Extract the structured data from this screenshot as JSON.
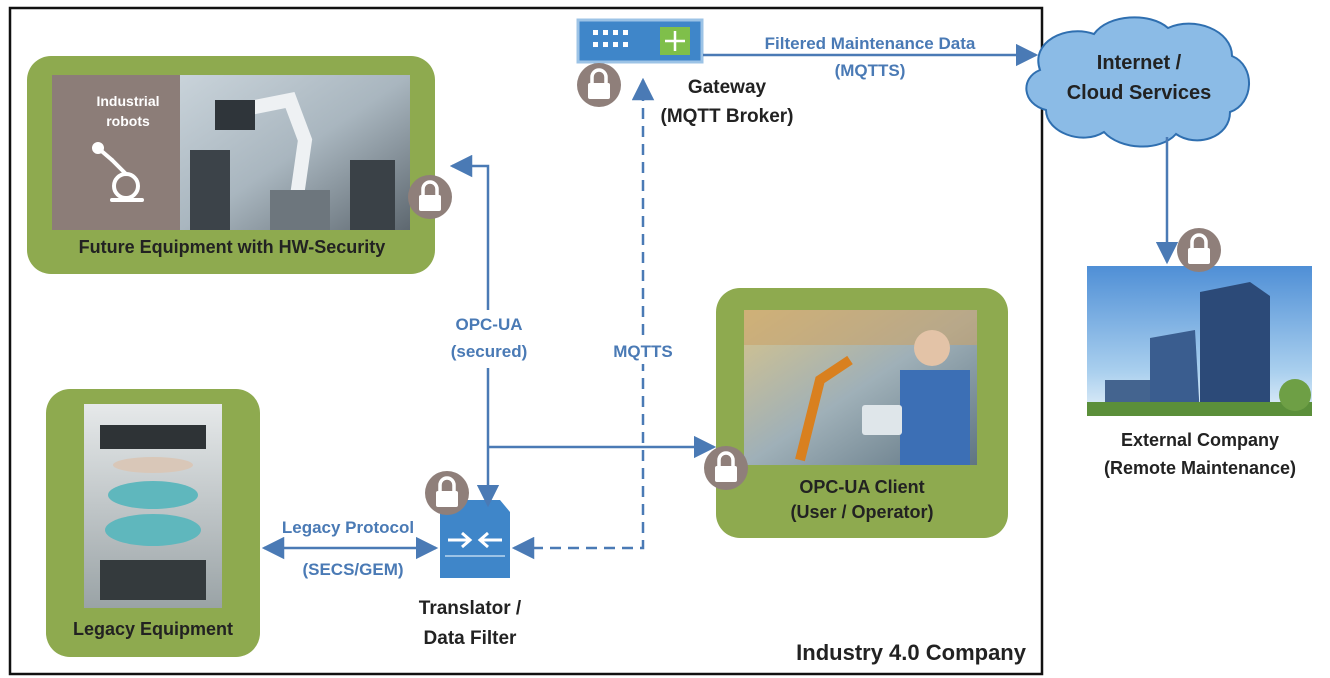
{
  "company": {
    "label": "Industry 4.0 Company"
  },
  "future_equipment": {
    "label": "Future Equipment with HW-Security",
    "badge_line1": "Industrial",
    "badge_line2": "robots"
  },
  "legacy_equipment": {
    "label": "Legacy Equipment"
  },
  "gateway": {
    "label_line1": "Gateway",
    "label_line2": "(MQTT Broker)"
  },
  "cloud": {
    "label_line1": "Internet /",
    "label_line2": "Cloud Services"
  },
  "external_company": {
    "label_line1": "External Company",
    "label_line2": "(Remote Maintenance)"
  },
  "opcua_client": {
    "label_line1": "OPC-UA Client",
    "label_line2": "(User / Operator)"
  },
  "translator": {
    "label_line1": "Translator /",
    "label_line2": "Data Filter"
  },
  "links": {
    "filtered": {
      "line1": "Filtered Maintenance Data",
      "line2": "(MQTTS)"
    },
    "opcua": {
      "line1": "OPC-UA",
      "line2": "(secured)"
    },
    "mqtts": {
      "line1": "MQTTS"
    },
    "legacy": {
      "line1": "Legacy Protocol",
      "line2": "(SECS/GEM)"
    }
  },
  "colors": {
    "panel_green": "#8eaa4f",
    "link_blue": "#4a7ab5",
    "lock_gray": "#8f7f7a",
    "cloud_blue": "#8bbbe6",
    "gateway_blue": "#3f86c9"
  }
}
